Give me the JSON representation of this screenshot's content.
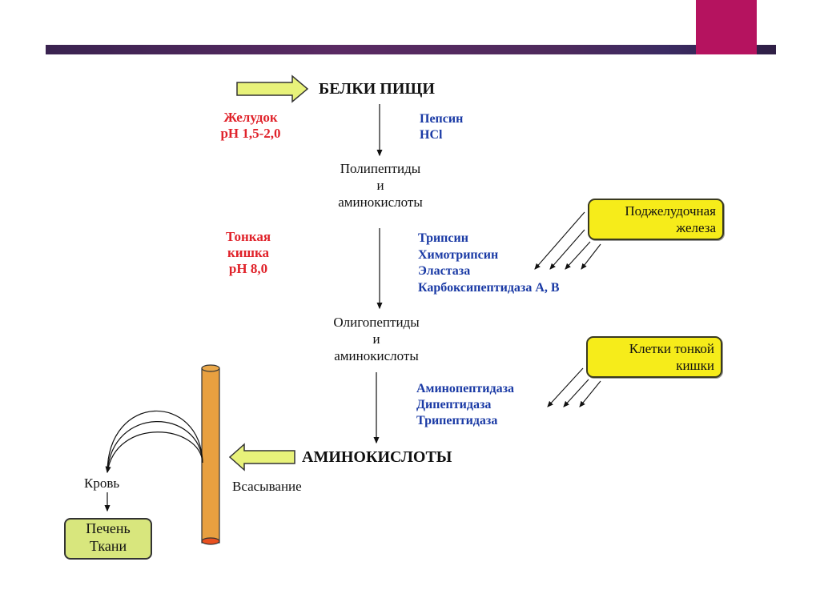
{
  "slide": {
    "colors": {
      "header_bar": "#4a2658",
      "accent_block": "#b5135f",
      "stage_red": "#e0222a",
      "enzyme_blue": "#1a3aa5",
      "source_box": "#f6ec1a",
      "target_box": "#d8e67d",
      "intestine_tube": "#e8a040"
    }
  },
  "diagram": {
    "start": "БЕЛКИ ПИЩИ",
    "stomach": {
      "line1": "Желудок",
      "line2": "рН 1,5-2,0"
    },
    "stomach_enzymes": [
      "Пепсин",
      "HCl"
    ],
    "intermediate1": [
      "Полипептиды",
      "и",
      "аминокислоты"
    ],
    "small_intestine": {
      "line1": "Тонкая",
      "line2": "кишка",
      "line3": "рН 8,0"
    },
    "pancreas_enzymes": [
      "Трипсин",
      "Химотрипсин",
      "Эластаза",
      "Карбоксипептидаза А, В"
    ],
    "pancreas_box": [
      "Поджелудочная",
      "железа"
    ],
    "intermediate2": [
      "Олигопептиды",
      "и",
      "аминокислоты"
    ],
    "intestinal_cells_box": [
      "Клетки тонкой",
      "кишки"
    ],
    "intestinal_enzymes": [
      "Аминопептидаза",
      "Дипептидаза",
      "Трипептидаза"
    ],
    "end": "АМИНОКИСЛОТЫ",
    "absorption_label": "Всасывание",
    "blood_label": "Кровь",
    "target_box": [
      "Печень",
      "Ткани"
    ]
  }
}
